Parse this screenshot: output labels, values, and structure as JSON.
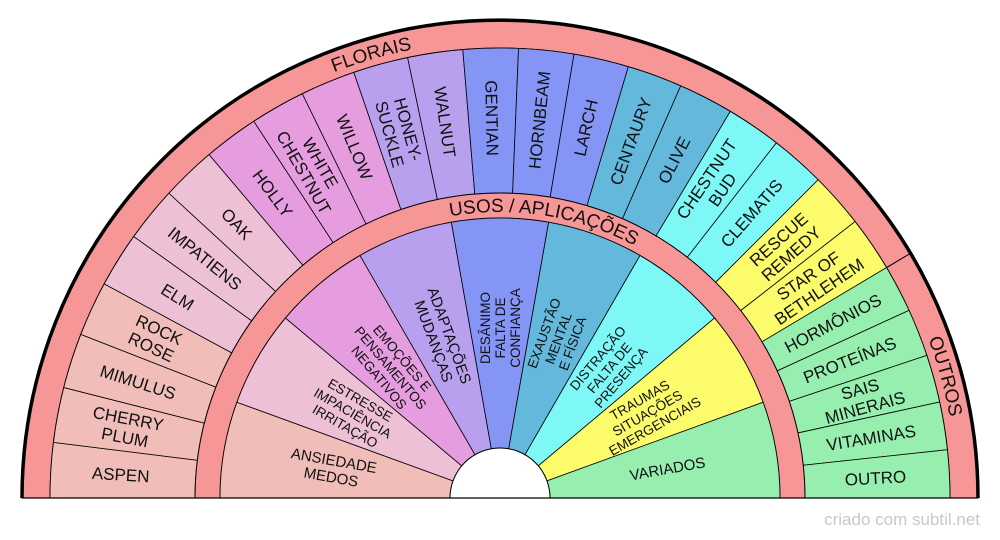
{
  "outer_ring": {
    "left_label": "FLORAIS",
    "right_label": "OUTROS",
    "ring_color": "#f79696"
  },
  "middle_ring": {
    "label": "USOS / APLICAÇÕES",
    "ring_color": "#f79696"
  },
  "flowers": [
    {
      "lines": [
        "ASPEN"
      ],
      "color": "#f0bdb8"
    },
    {
      "lines": [
        "CHERRY",
        "PLUM"
      ],
      "color": "#f0bdb8"
    },
    {
      "lines": [
        "MIMULUS"
      ],
      "color": "#f0bdb8"
    },
    {
      "lines": [
        "ROCK",
        "ROSE"
      ],
      "color": "#f0bdb8"
    },
    {
      "lines": [
        "ELM"
      ],
      "color": "#edc0d6"
    },
    {
      "lines": [
        "IMPATIENS"
      ],
      "color": "#edc0d6"
    },
    {
      "lines": [
        "OAK"
      ],
      "color": "#edc0d6"
    },
    {
      "lines": [
        "HOLLY"
      ],
      "color": "#e59de0"
    },
    {
      "lines": [
        "WHITE",
        "CHESTNUT"
      ],
      "color": "#e59de0"
    },
    {
      "lines": [
        "WILLOW"
      ],
      "color": "#e59de0"
    },
    {
      "lines": [
        "HONEY-",
        "SUCKLE"
      ],
      "color": "#b9a0ee"
    },
    {
      "lines": [
        "WALNUT"
      ],
      "color": "#b9a0ee"
    },
    {
      "lines": [
        "GENTIAN"
      ],
      "color": "#8595f5"
    },
    {
      "lines": [
        "HORNBEAM"
      ],
      "color": "#8595f5"
    },
    {
      "lines": [
        "LARCH"
      ],
      "color": "#8595f5"
    },
    {
      "lines": [
        "CENTAURY"
      ],
      "color": "#63b8dc"
    },
    {
      "lines": [
        "OLIVE"
      ],
      "color": "#63b8dc"
    },
    {
      "lines": [
        "CHESTNUT",
        "BUD"
      ],
      "color": "#7ef7f7"
    },
    {
      "lines": [
        "CLEMATIS"
      ],
      "color": "#7ef7f7"
    },
    {
      "lines": [
        "RESCUE",
        "REMEDY"
      ],
      "color": "#fbfb6c"
    },
    {
      "lines": [
        "STAR OF",
        "BETHLEHEM"
      ],
      "color": "#fbfb6c"
    }
  ],
  "others": [
    {
      "lines": [
        "HORMÔNIOS"
      ],
      "color": "#96efaf"
    },
    {
      "lines": [
        "PROTEÍNAS"
      ],
      "color": "#96efaf"
    },
    {
      "lines": [
        "SAIS",
        "MINERAIS"
      ],
      "color": "#96efaf"
    },
    {
      "lines": [
        "VITAMINAS"
      ],
      "color": "#96efaf"
    },
    {
      "lines": [
        "OUTRO"
      ],
      "color": "#96efaf"
    }
  ],
  "uses": [
    {
      "lines": [
        "ANSIEDADE",
        "MEDOS"
      ],
      "color": "#f0bdb8"
    },
    {
      "lines": [
        "ESTRESSE",
        "IMPACIÊNCIA",
        "IRRITAÇÃO"
      ],
      "color": "#edc0d6"
    },
    {
      "lines": [
        "EMOÇÕES E",
        "PENSAMENTOS",
        "NEGATIVOS"
      ],
      "color": "#e59de0"
    },
    {
      "lines": [
        "ADAPTAÇÕES",
        "MUDANÇAS"
      ],
      "color": "#b9a0ee"
    },
    {
      "lines": [
        "DESÂNIMO",
        "FALTA DE",
        "CONFIANÇA"
      ],
      "color": "#8595f5"
    },
    {
      "lines": [
        "EXAUSTÃO",
        "MENTAL",
        "E FÍSICA"
      ],
      "color": "#63b8dc"
    },
    {
      "lines": [
        "DISTRAÇÃO",
        "FALTA DE",
        "PRESENÇA"
      ],
      "color": "#7ef7f7"
    },
    {
      "lines": [
        "TRAUMAS",
        "SITUAÇÕES",
        "EMERGENCIAIS"
      ],
      "color": "#fbfb6c"
    },
    {
      "lines": [
        "VARIADOS"
      ],
      "color": "#96efaf"
    }
  ],
  "credit": "criado com subtil.net"
}
